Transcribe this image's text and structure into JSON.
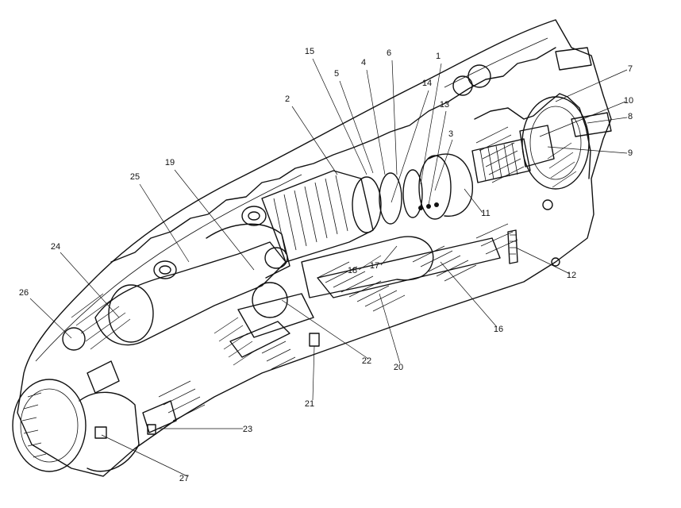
{
  "callouts": [
    {
      "num": "1"
    },
    {
      "num": "2"
    },
    {
      "num": "3"
    },
    {
      "num": "4"
    },
    {
      "num": "5"
    },
    {
      "num": "6"
    },
    {
      "num": "7"
    },
    {
      "num": "8"
    },
    {
      "num": "9"
    },
    {
      "num": "10"
    },
    {
      "num": "11"
    },
    {
      "num": "12"
    },
    {
      "num": "13"
    },
    {
      "num": "14"
    },
    {
      "num": "15"
    },
    {
      "num": "16"
    },
    {
      "num": "17"
    },
    {
      "num": "18"
    },
    {
      "num": "19"
    },
    {
      "num": "20"
    },
    {
      "num": "21"
    },
    {
      "num": "22"
    },
    {
      "num": "23"
    },
    {
      "num": "24"
    },
    {
      "num": "25"
    },
    {
      "num": "26"
    },
    {
      "num": "27"
    }
  ],
  "colors": {
    "ink": "#111111",
    "paper": "#ffffff"
  }
}
